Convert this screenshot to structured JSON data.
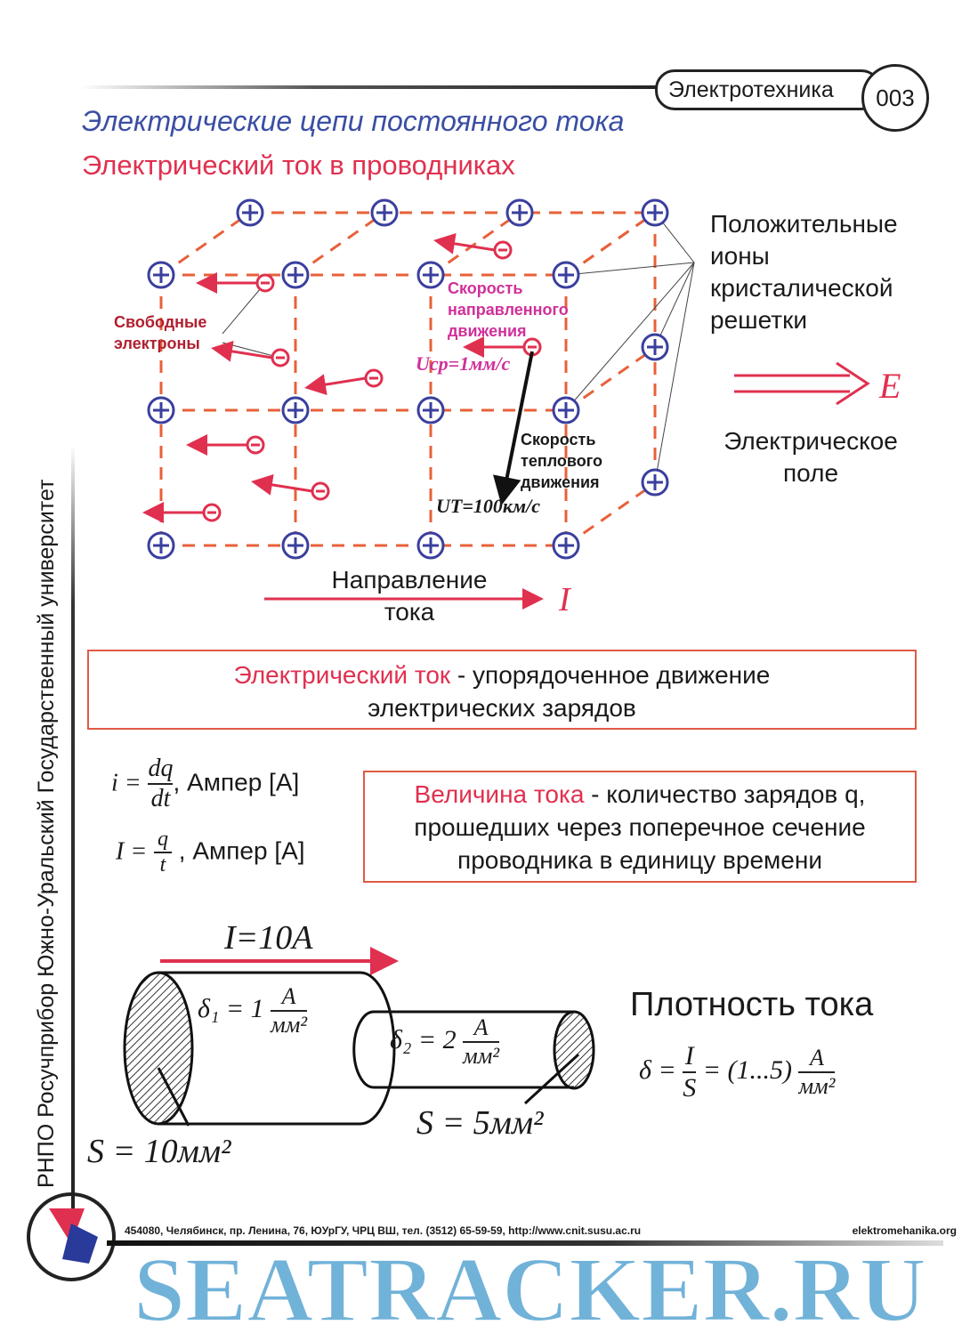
{
  "header": {
    "tag": "Электротехника",
    "page_number": "003"
  },
  "titles": {
    "section": "Электрические цепи постоянного тока",
    "topic": "Электрический ток в проводниках"
  },
  "side_text": "РНПО Росучприбор    Южно-Уральский Государственный университет",
  "diagram": {
    "ion_label": [
      "Положительные",
      "ионы",
      "кристалической",
      "решетки"
    ],
    "free_electrons": [
      "Свободные",
      "электроны"
    ],
    "drift_speed_label": [
      "Скорость",
      "направленного",
      "движения"
    ],
    "drift_speed_value": "Uср=1мм/с",
    "thermal_speed_label": [
      "Скорость",
      "теплового",
      "движения"
    ],
    "thermal_speed_value": "UT=100км/с",
    "field_symbol": "E",
    "field_label": [
      "Электрическое",
      "поле"
    ],
    "current_label": [
      "Направление",
      "тока"
    ],
    "current_symbol": "I",
    "colors": {
      "ion": "#3a3f9e",
      "electron": "#e0304f",
      "lattice": "#e8603a"
    }
  },
  "definition": {
    "term": "Электрический ток",
    "text1": " - упорядоченное  движение",
    "text2": "электрических зарядов"
  },
  "formulas": {
    "f1": "i =",
    "f1_num": "dq",
    "f1_den": "dt",
    "f1_unit": ", Ампер [А]",
    "f2": "I =",
    "f2_num": "q",
    "f2_den": "t",
    "f2_unit": " , Ампер [А]"
  },
  "magnitude": {
    "term": "Величина тока",
    "text1": " - количество зарядов q,",
    "text2": "прошедших через поперечное сечение",
    "text3": "проводника в единицу времени"
  },
  "conductor": {
    "current": "I=10A",
    "d1": "δ₁ = 1",
    "d2": "δ₂ = 2",
    "unit_num": "A",
    "unit_den": "мм²",
    "s1": "S = 10мм²",
    "s2": "S = 5мм²"
  },
  "density": {
    "title": "Плотность тока",
    "lhs": "δ =",
    "num": "I",
    "den": "S",
    "mid": "= (1...5)",
    "unit_num": "A",
    "unit_den": "мм²"
  },
  "footer": {
    "address": "454080, Челябинск, пр. Ленина, 76, ЮУрГУ, ЧРЦ ВШ, тел. (3512) 65-59-59, http://www.cnit.susu.ac.ru",
    "watermark": "SEATRACKER.RU",
    "site": "elektromehanika.org"
  }
}
